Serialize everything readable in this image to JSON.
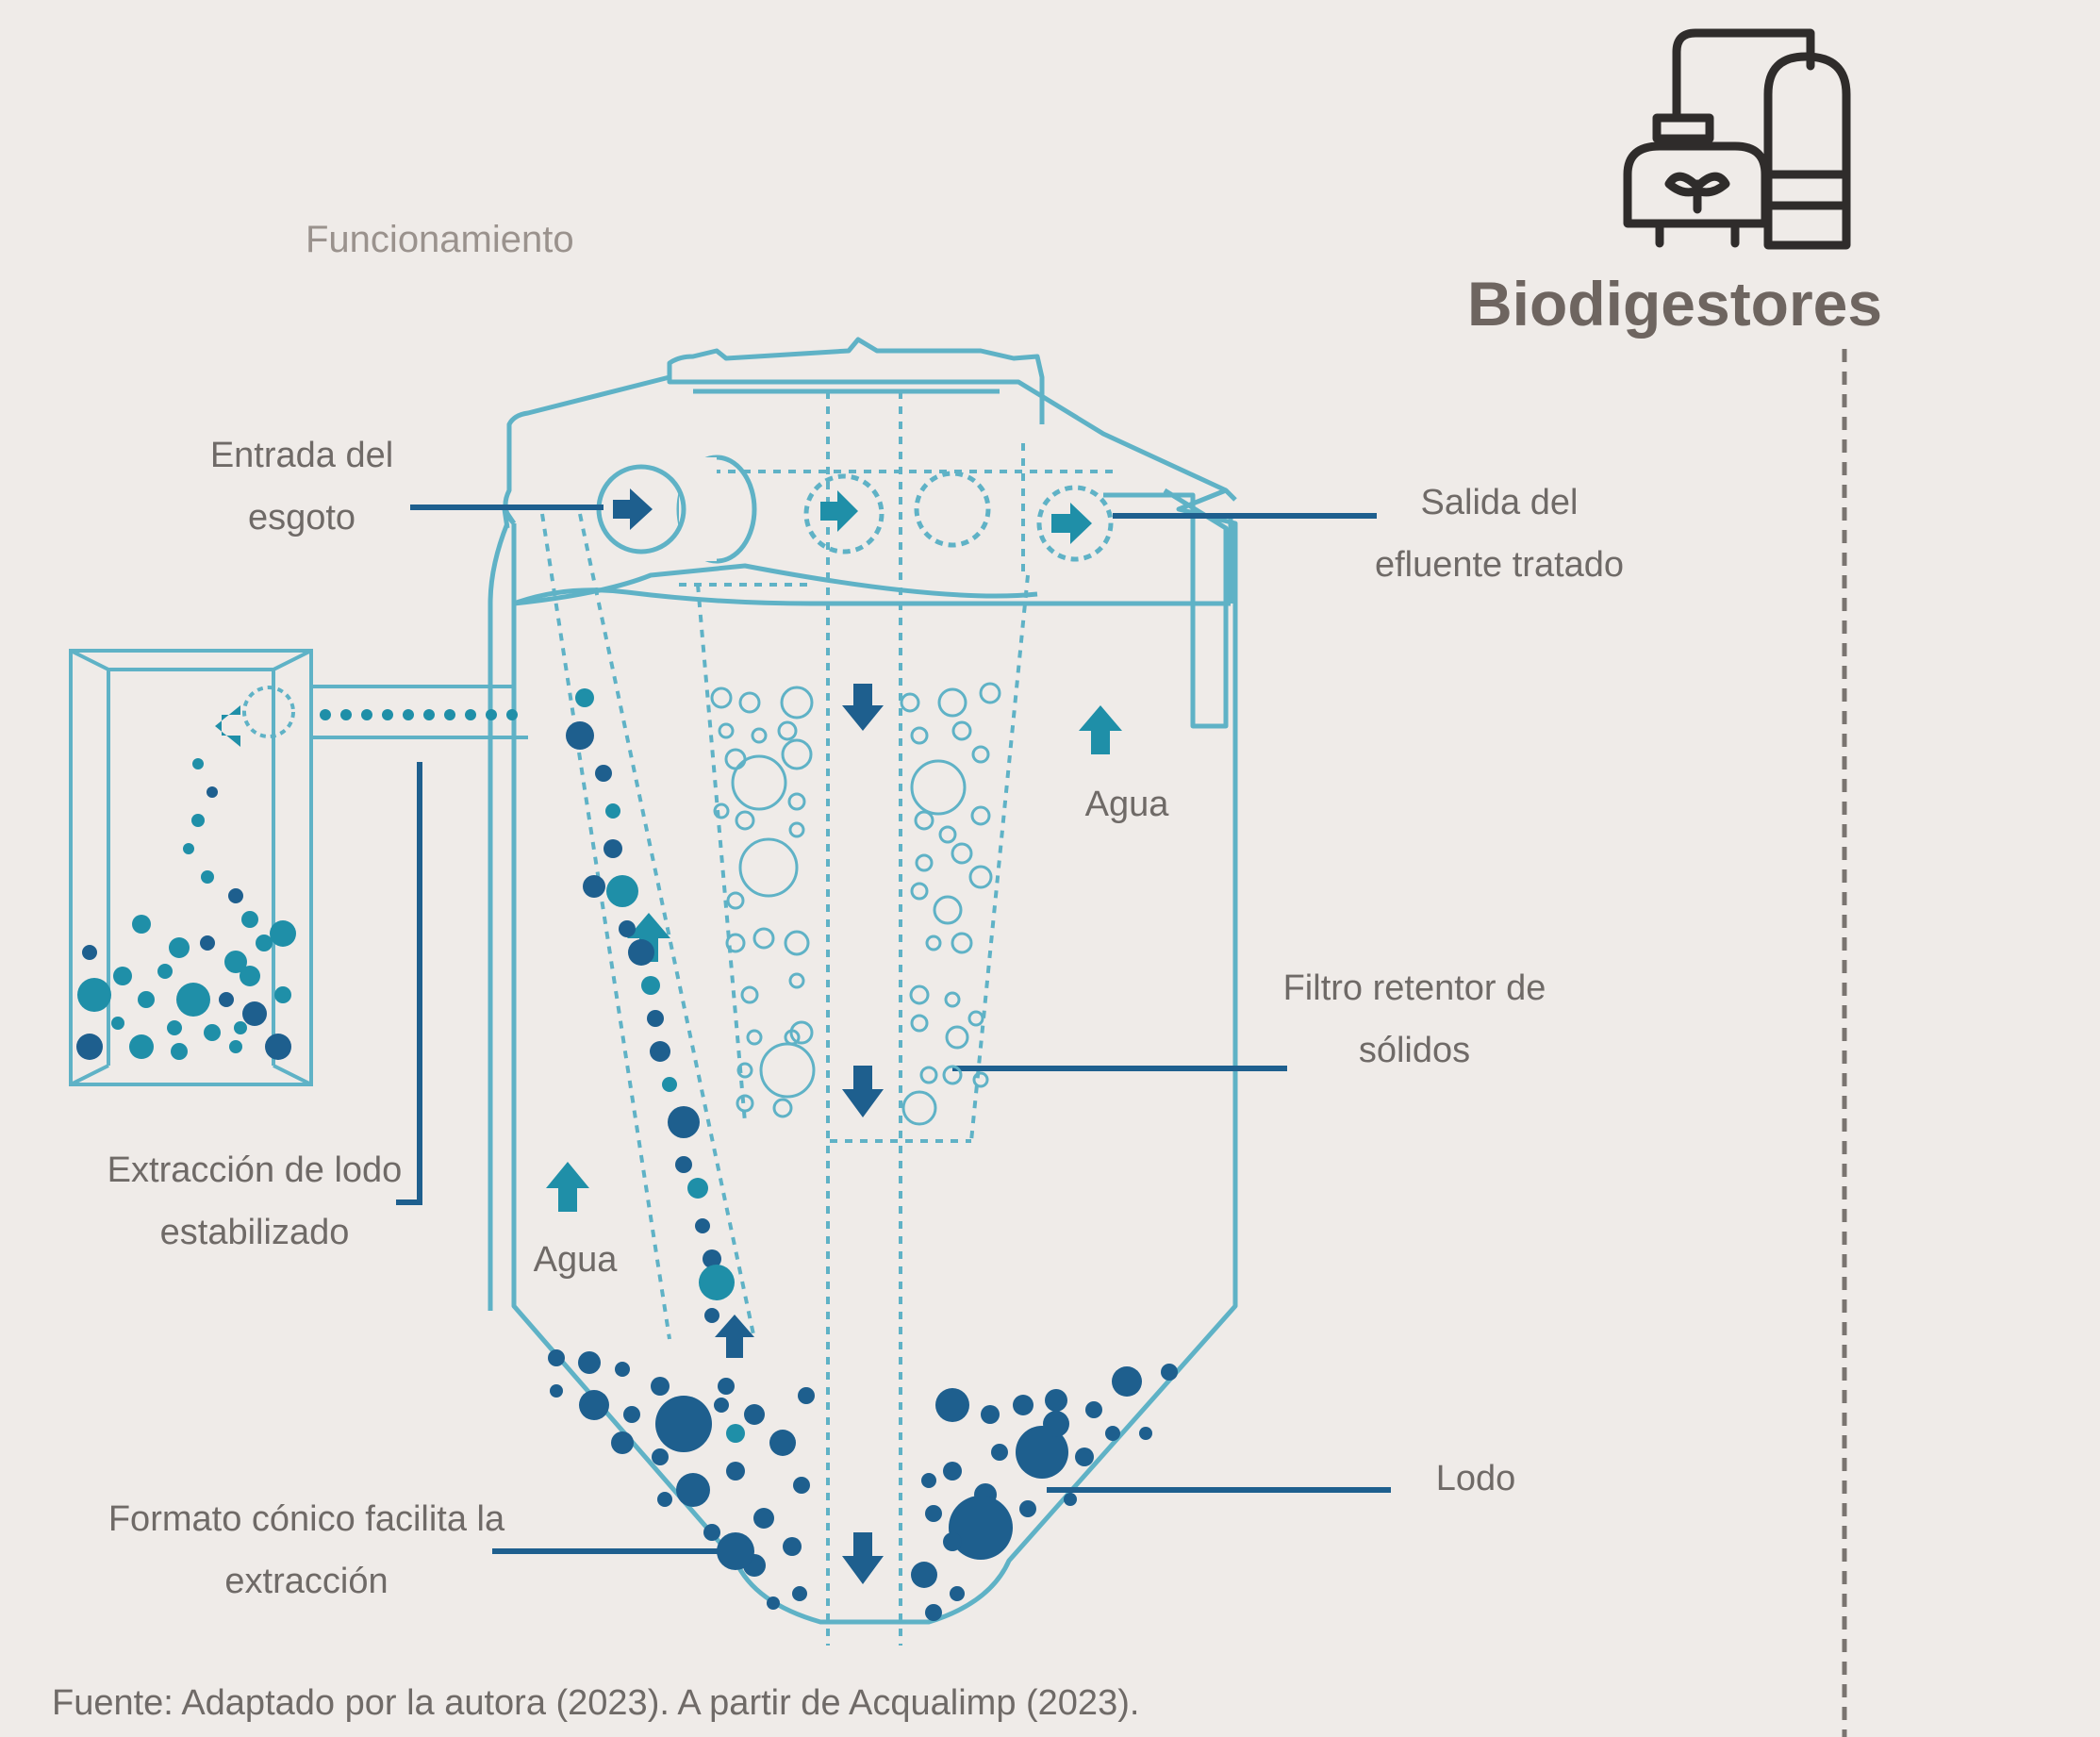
{
  "header": {
    "section_label": "Funcionamiento",
    "title": "Biodigestores",
    "icon": "biodigester-icon"
  },
  "labels": {
    "entrada": "Entrada del esgoto",
    "salida": "Salida del efluente tratado",
    "agua_right": "Agua",
    "agua_left": "Agua",
    "filtro": "Filtro retentor de sólidos",
    "extraccion_lodo": "Extracción de lodo estabilizado",
    "lodo": "Lodo",
    "formato": "Formato cónico facilita la extracción"
  },
  "source": "Fuente: Adaptado por la autora (2023). A partir de Acqualimp (2023).",
  "colors": {
    "background": "#efebe8",
    "tank_outline": "#5fb2c6",
    "dark_blue": "#1e5f8e",
    "teal": "#1f8fa8",
    "leader_line": "#1e5f8e",
    "text": "#7a7470",
    "title": "#6e6560"
  }
}
